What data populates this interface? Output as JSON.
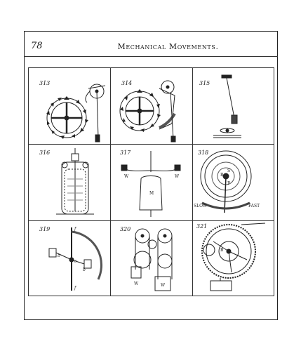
{
  "header": {
    "page_number": "78",
    "title": "Mechanical Movements."
  },
  "figures": [
    {
      "number": "313"
    },
    {
      "number": "314"
    },
    {
      "number": "315"
    },
    {
      "number": "316"
    },
    {
      "number": "317",
      "labels": [
        "W",
        "W",
        "M"
      ]
    },
    {
      "number": "318",
      "labels": [
        "B",
        "S",
        "P",
        "SLOW",
        "FAST"
      ]
    },
    {
      "number": "319",
      "labels": [
        "f",
        "c",
        "b",
        "b",
        "f"
      ]
    },
    {
      "number": "320",
      "labels": [
        "W",
        "W"
      ]
    },
    {
      "number": "321",
      "labels": [
        "B"
      ]
    }
  ]
}
